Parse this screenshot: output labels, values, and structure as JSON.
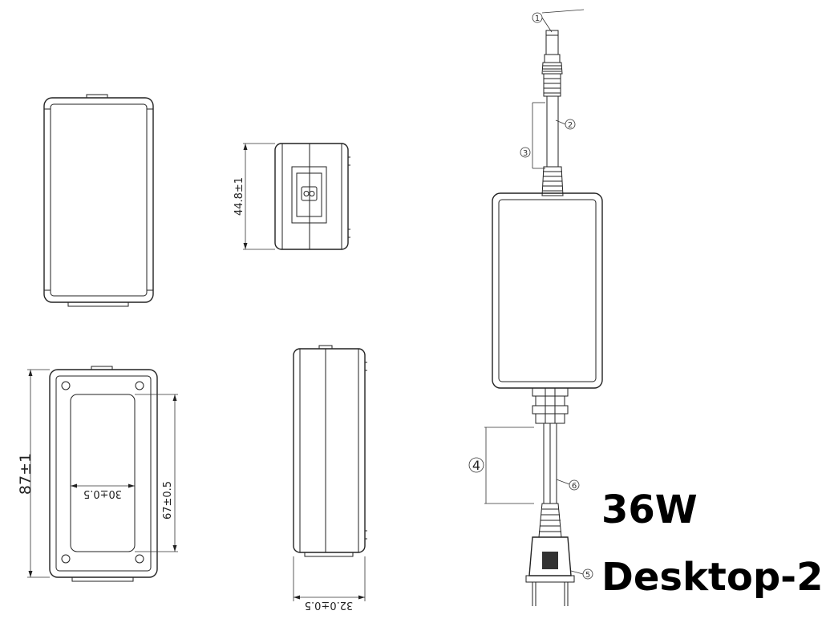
{
  "title": {
    "wattage": "36W",
    "model": "Desktop-2"
  },
  "dimensions": {
    "height_side": "44.8±1",
    "length": "87±1",
    "label_width": "30±0.5",
    "label_height": "67±0.5",
    "thickness": "32.0±0.5"
  },
  "callouts": [
    "1",
    "2",
    "3",
    "4",
    "5",
    "6"
  ],
  "colors": {
    "line": "#222222",
    "background": "#ffffff",
    "label_text": "#000000"
  }
}
